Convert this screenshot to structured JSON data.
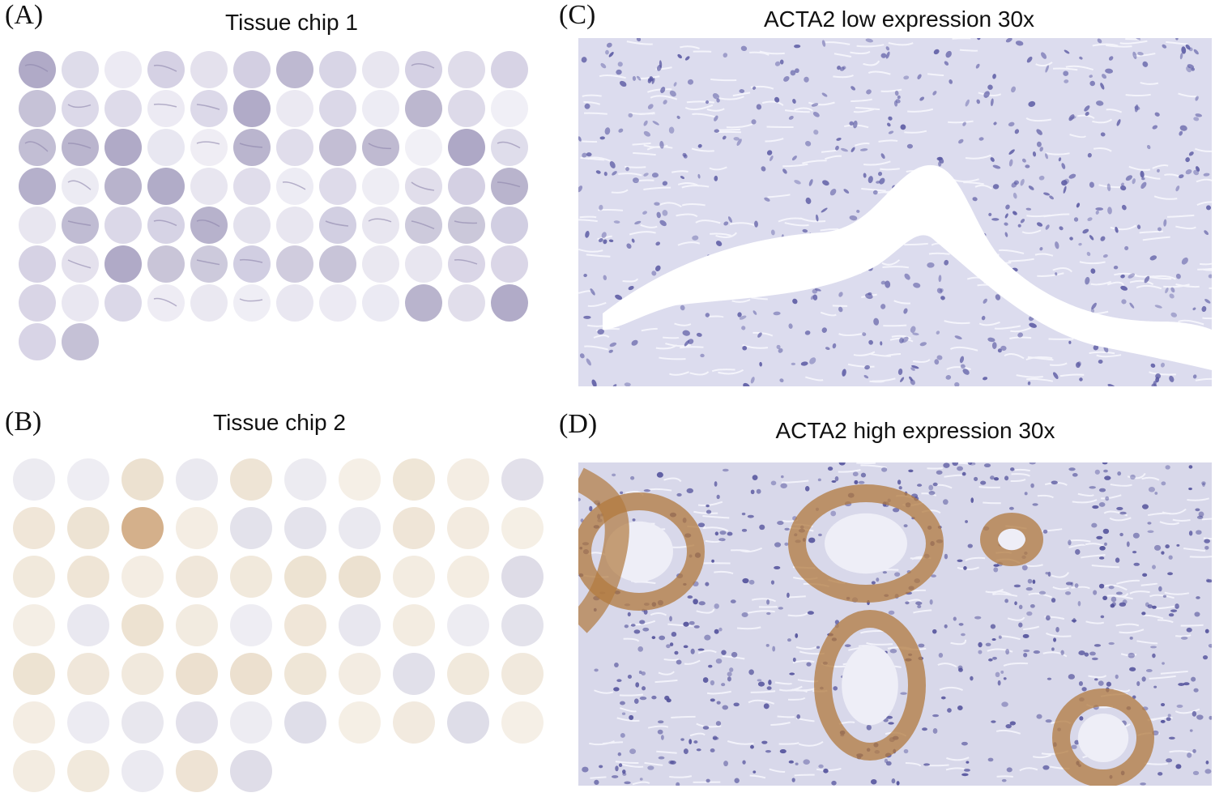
{
  "panels": {
    "a": {
      "letter": "(A)",
      "title": "Tissue chip 1"
    },
    "b": {
      "letter": "(B)",
      "title": "Tissue chip 2"
    },
    "c": {
      "letter": "(C)",
      "title": "ACTA2 low expression 30x"
    },
    "d": {
      "letter": "(D)",
      "title": "ACTA2 high expression 30x"
    }
  },
  "chip1": {
    "row_counts": [
      12,
      12,
      12,
      12,
      12,
      12,
      12,
      2
    ],
    "tint": "#cfcbe0",
    "tint_dark": "#a9a3c2",
    "tint_light": "#e6e4ef"
  },
  "chip2": {
    "row_counts": [
      10,
      10,
      10,
      10,
      10,
      10,
      5
    ],
    "tint_blue": "#d9d7e4",
    "tint_brown": "#c89a6a",
    "tint_tan": "#e9dcc8"
  },
  "micrographs": {
    "low": {
      "background": "#dcdcee",
      "nuclei": "#5b5aa3",
      "lumen": "#ffffff"
    },
    "high": {
      "background": "#d8d8ea",
      "nuclei": "#4d4c98",
      "stain": "#b27a3e"
    }
  }
}
